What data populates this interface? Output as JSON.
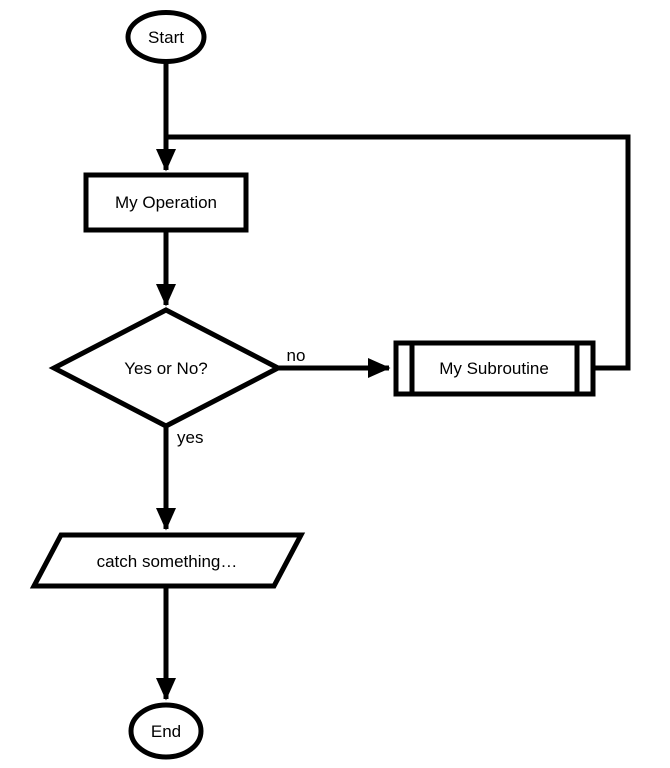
{
  "diagram": {
    "type": "flowchart",
    "colors": {
      "background": "#ffffff",
      "shape_fill": "#ffffff",
      "stroke": "#000000",
      "text": "#000000"
    },
    "nodes": {
      "start": {
        "label": "Start",
        "shape": "terminator"
      },
      "operation": {
        "label": "My Operation",
        "shape": "process"
      },
      "decision": {
        "label": "Yes or No?",
        "shape": "decision"
      },
      "subroutine": {
        "label": "My Subroutine",
        "shape": "predefined-process"
      },
      "output": {
        "label": "catch something…",
        "shape": "parallelogram"
      },
      "end": {
        "label": "End",
        "shape": "terminator"
      }
    },
    "edges": {
      "no": {
        "label": "no",
        "from": "decision",
        "to": "subroutine"
      },
      "yes": {
        "label": "yes",
        "from": "decision",
        "to": "output"
      },
      "loop": {
        "label": "",
        "from": "subroutine",
        "to": "operation"
      }
    }
  }
}
